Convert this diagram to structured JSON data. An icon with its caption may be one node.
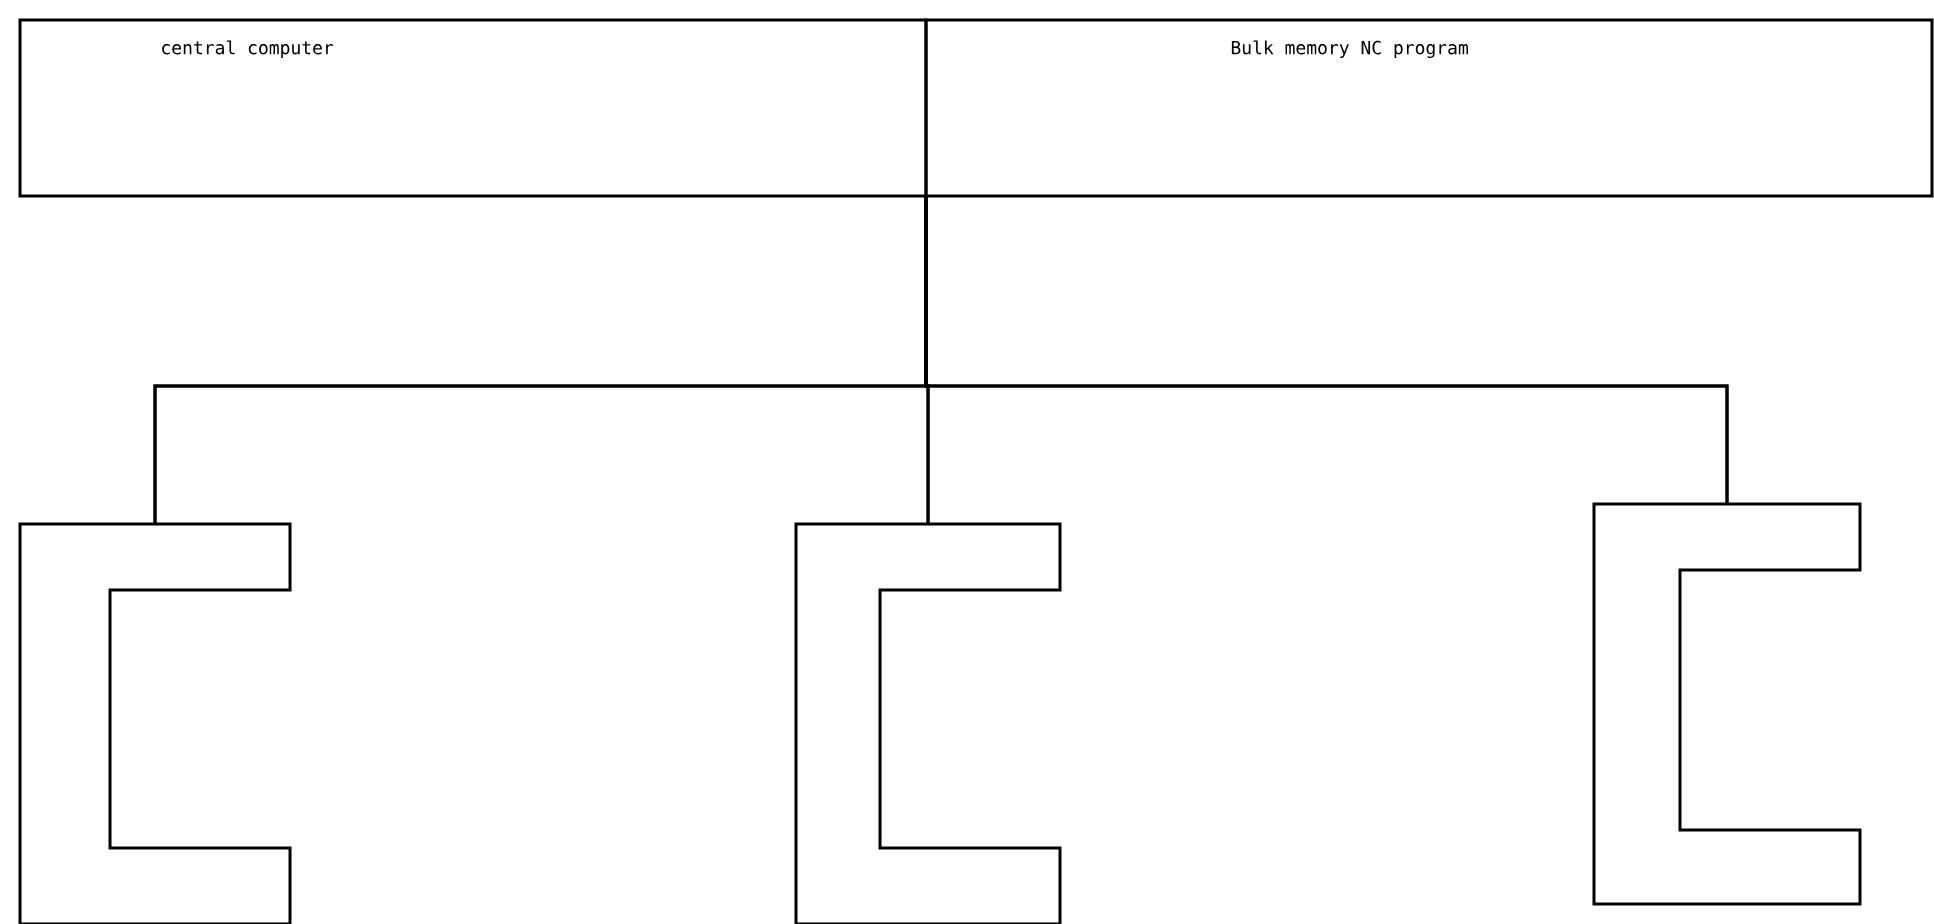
{
  "diagram": {
    "nodes": [
      {
        "text": [
          "central computer"
        ]
      },
      {
        "text": [
          "Bulk memory NC program"
        ]
      },
      {
        "text": [],
        "shape": "box"
      },
      {
        "text": [],
        "shape": "box"
      },
      {
        "text": [],
        "shape": "box"
      }
    ],
    "edges": [
      {
        "from": 0,
        "to": 2,
        "arrow": "none"
      },
      {
        "from": 0,
        "to": 3,
        "arrow": "none"
      },
      {
        "from": 0,
        "to": 4,
        "arrow": "none"
      },
      {
        "from": 1,
        "to": 2,
        "arrow": "none"
      },
      {
        "from": 1,
        "to": 3,
        "arrow": "none"
      },
      {
        "from": 1,
        "to": 4,
        "arrow": "none"
      }
    ]
  }
}
